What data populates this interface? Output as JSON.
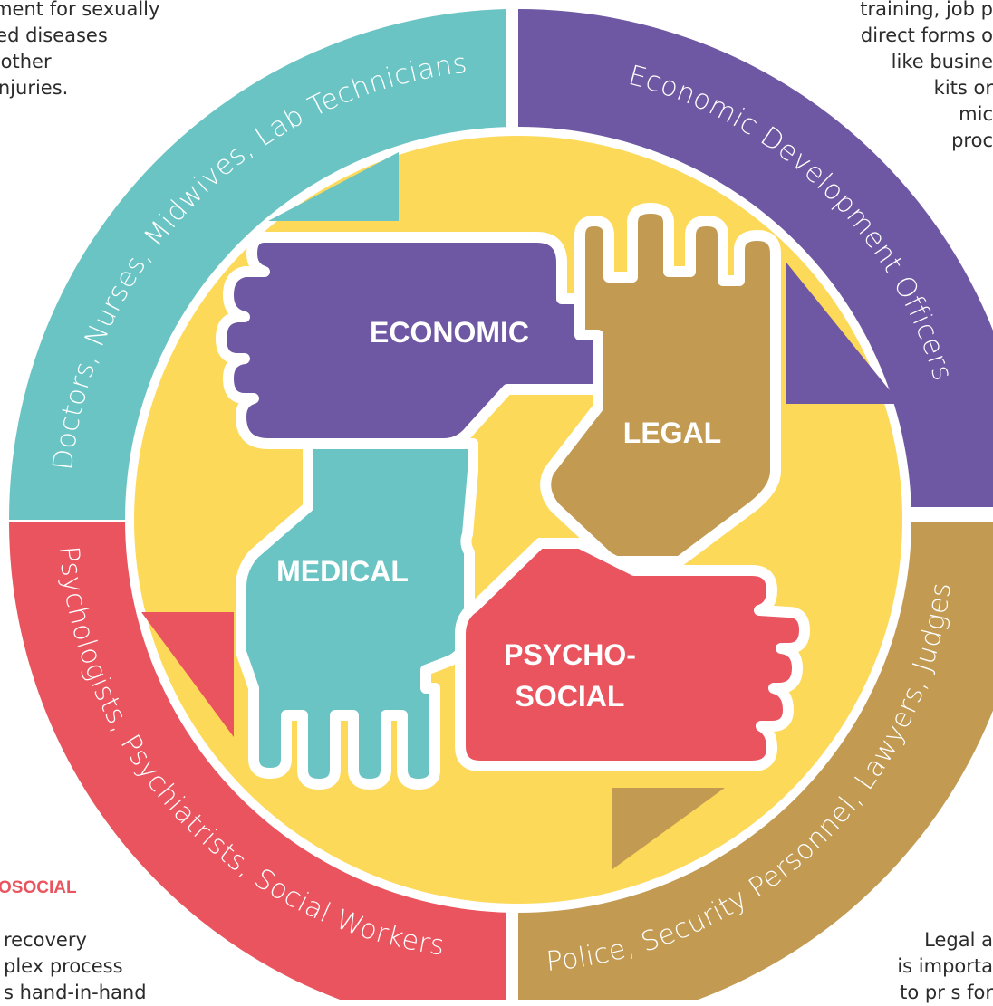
{
  "corner_text": {
    "top_left": "atment for sexually\n tted diseases\n  r other\n   injuries.",
    "top_right": "training, job p\ndirect forms o\nlike busine\nkits or\nmic\nproc",
    "bottom_left_title": "OSOCIAL",
    "bottom_left": "recovery\nplex process\ns hand-in-hand",
    "bottom_right": "Legal a\nis importa\nto pr s for"
  },
  "ring": {
    "medical": "Doctors, Nurses, Midwives, Lab Technicians",
    "economic": "Economic Development Officers",
    "psychosocial": "Psychologists, Psychiatrists, Social Workers",
    "legal": "Police, Security Personnel, Lawyers, Judges"
  },
  "hands": {
    "economic": "ECONOMIC",
    "legal": "LEGAL",
    "medical": "MEDICAL",
    "psychosocial_line1": "PSYCHO-",
    "psychosocial_line2": "SOCIAL"
  },
  "colors": {
    "medical": "#6bc4c4",
    "economic": "#6e57a3",
    "psychosocial": "#e9545f",
    "legal": "#c29a52",
    "center": "#fdd95a"
  }
}
